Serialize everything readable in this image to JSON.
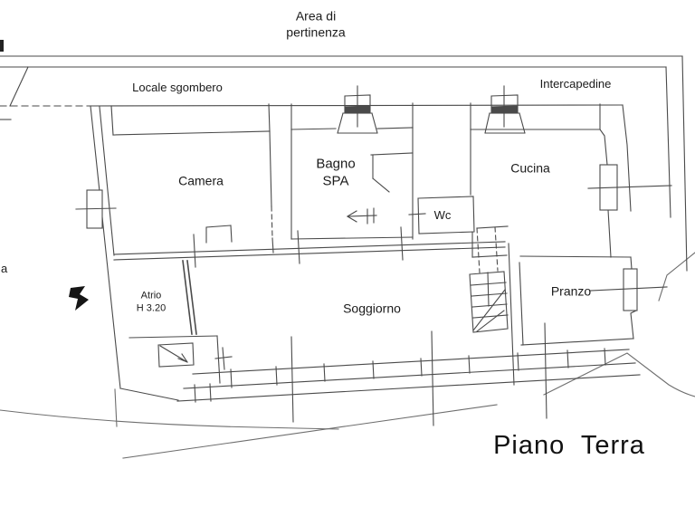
{
  "plan": {
    "title": "Piano  Terra",
    "site": {
      "area_di_pertinenza": "Area di\npertinenza",
      "locale_sgombero": "Locale sgombero",
      "intercapedine": "Intercapedine",
      "edge_text": "a"
    },
    "rooms": {
      "camera": "Camera",
      "bagno_spa": "Bagno\nSPA",
      "cucina": "Cucina",
      "wc": "Wc",
      "atrio": "Atrio\nH 3.20",
      "soggiorno": "Soggiorno",
      "pranzo": "Pranzo"
    }
  }
}
